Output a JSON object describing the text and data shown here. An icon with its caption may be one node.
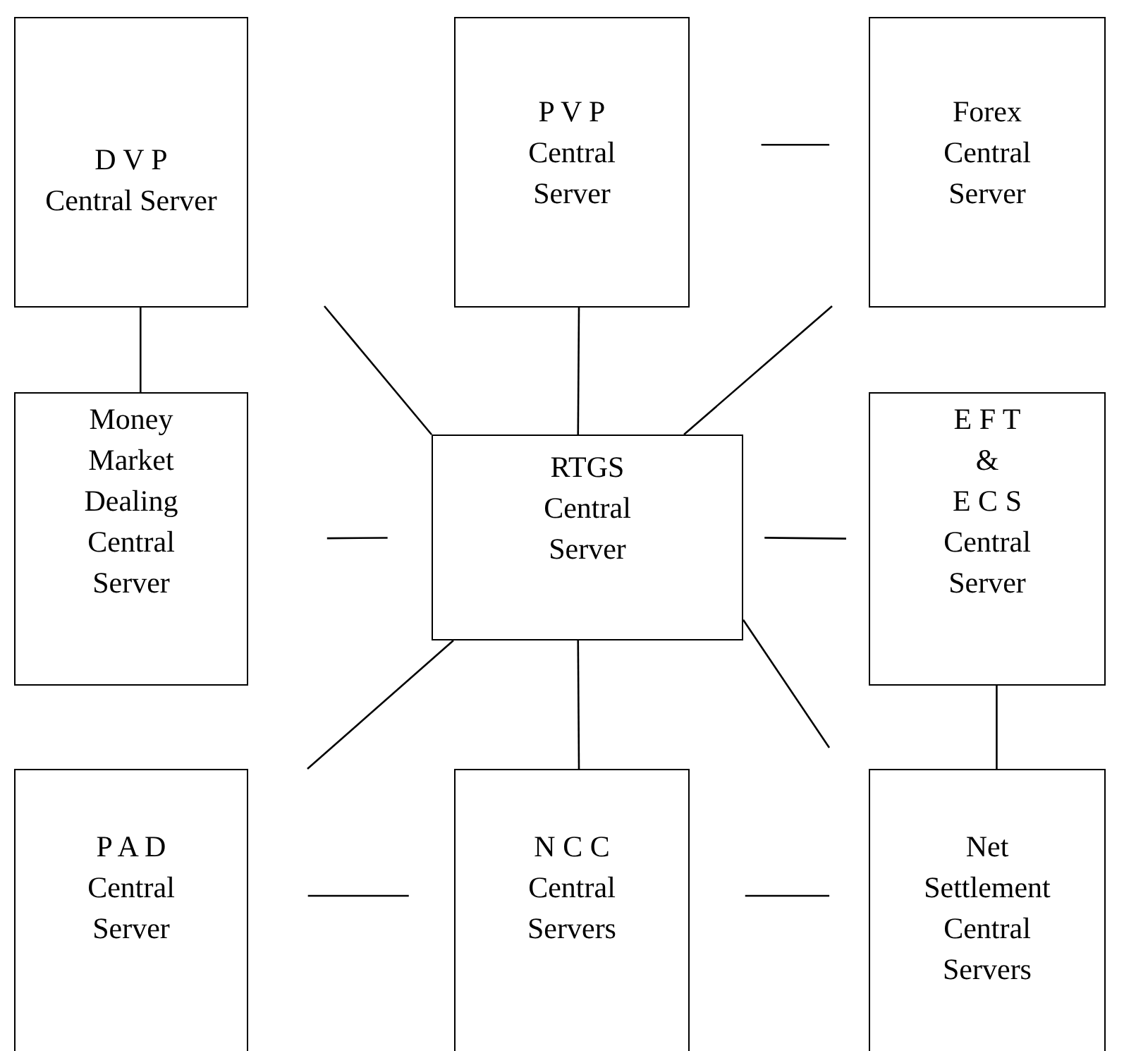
{
  "diagram": {
    "nodes": [
      {
        "text": [
          "D V P",
          "Central Server"
        ]
      },
      {
        "text": [
          "P V P",
          "Central Server"
        ]
      },
      {
        "text": [
          "Forex Central Server"
        ]
      },
      {
        "text": [
          "Money Market Dealing Central Server"
        ]
      },
      {
        "text": [
          "RTGS Central Server"
        ]
      },
      {
        "text": [
          "E F T",
          "&",
          "E C S",
          "Central Server"
        ]
      },
      {
        "text": [
          "P A D",
          "Central Server"
        ]
      },
      {
        "text": [
          "N C C",
          "Central Servers"
        ]
      },
      {
        "text": [
          "Net Settlement Central Servers"
        ]
      }
    ],
    "edges": [
      {
        "from": 0,
        "to": 3,
        "arrow": "none"
      },
      {
        "from": 1,
        "to": 4,
        "arrow": "none"
      },
      {
        "from": 1,
        "to": 2,
        "arrow": "none"
      },
      {
        "from": 4,
        "to": null,
        "arrow": "none"
      },
      {
        "from": 4,
        "to": null,
        "arrow": "none"
      },
      {
        "from": 3,
        "to": 4,
        "arrow": "none"
      },
      {
        "from": 4,
        "to": 5,
        "arrow": "none"
      },
      {
        "from": 4,
        "to": null,
        "arrow": "none"
      },
      {
        "from": 4,
        "to": 7,
        "arrow": "none"
      },
      {
        "from": 4,
        "to": null,
        "arrow": "none"
      },
      {
        "from": 5,
        "to": 8,
        "arrow": "none"
      },
      {
        "from": 6,
        "to": 7,
        "arrow": "none"
      },
      {
        "from": 7,
        "to": 8,
        "arrow": "none"
      }
    ]
  }
}
